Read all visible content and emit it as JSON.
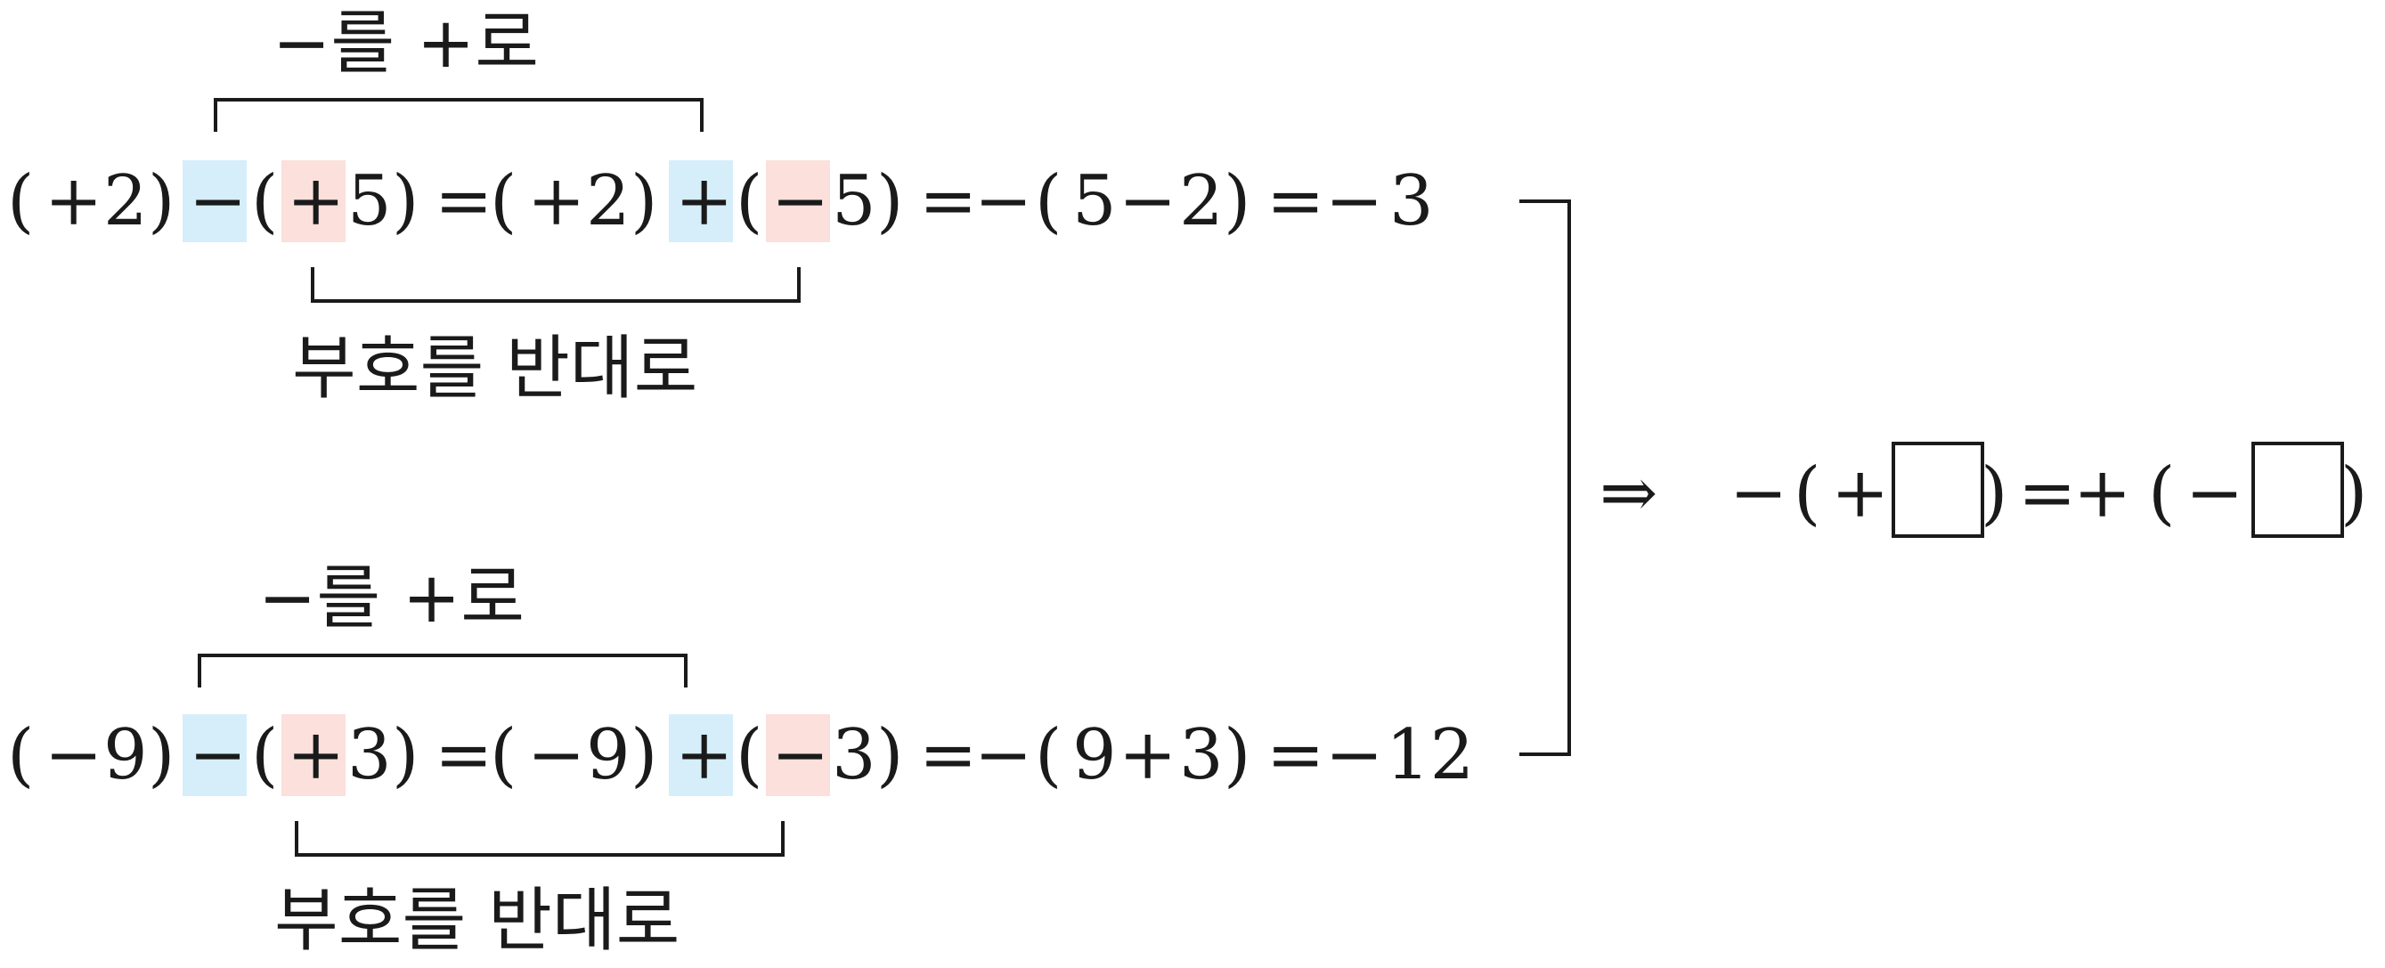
{
  "colors": {
    "operator_highlight": "#d5eefa",
    "sign_highlight": "#fbe0dc",
    "ink": "#1a1a1a"
  },
  "example1": {
    "top_label": "−를 +로",
    "bottom_label": "부호를 반대로",
    "tokens": [
      "(",
      "+",
      "2",
      ")",
      "−",
      "(",
      "+",
      "5",
      ")",
      "=",
      "(",
      "+",
      "2",
      ")",
      "+",
      "(",
      "−",
      "5",
      ")",
      "=",
      "−",
      "(",
      "5",
      "−",
      "2",
      ")",
      "=",
      "−",
      "3"
    ]
  },
  "example2": {
    "top_label": "−를 +로",
    "bottom_label": "부호를 반대로",
    "tokens": [
      "(",
      "−",
      "9",
      ")",
      "−",
      "(",
      "+",
      "3",
      ")",
      "=",
      "(",
      "−",
      "9",
      ")",
      "+",
      "(",
      "−",
      "3",
      ")",
      "=",
      "−",
      "(",
      "9",
      "+",
      "3",
      ")",
      "=",
      "−",
      "12"
    ]
  },
  "conclusion": {
    "arrow": "⇒",
    "tokens": [
      "−",
      "(",
      "+",
      "",
      ")",
      "=",
      "+",
      "(",
      "−",
      "",
      ")"
    ]
  }
}
